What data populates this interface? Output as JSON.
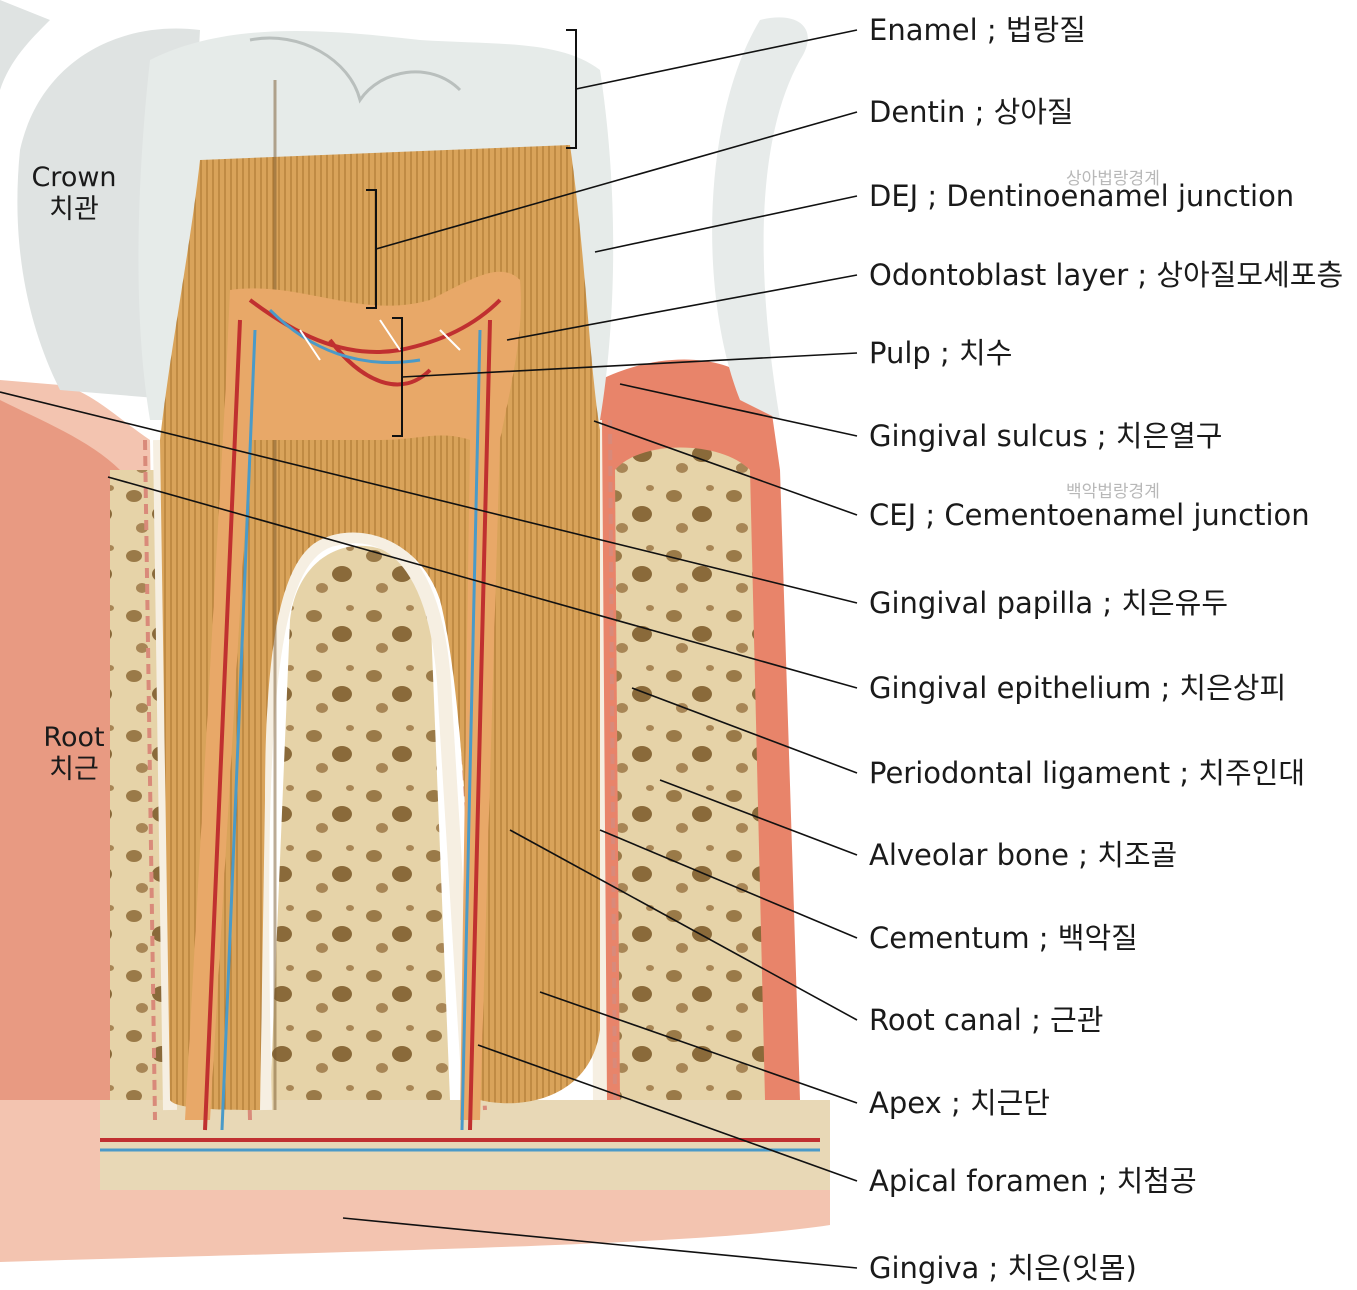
{
  "side_labels": {
    "crown": [
      "Crown",
      "치관"
    ],
    "root": [
      "Root",
      "치근"
    ]
  },
  "sub_labels": {
    "dej_korean": "상아법랑경계",
    "cej_korean": "백악법랑경계"
  },
  "labels": [
    "Enamel ; 법랑질",
    "Dentin ; 상아질",
    "DEJ ; Dentinoenamel junction",
    "Odontoblast layer ; 상아질모세포층",
    "Pulp ; 치수",
    "Gingival sulcus ; 치은열구",
    "CEJ ; Cementoenamel junction",
    "Gingival papilla ; 치은유두",
    "Gingival epithelium ; 치은상피",
    "Periodontal ligament ; 치주인대",
    "Alveolar bone ; 치조골",
    "Cementum ; 백악질",
    "Root canal ; 근관",
    "Apex ; 치근단",
    "Apical foramen ; 치첨공",
    "Gingiva ; 치은(잇몸)"
  ],
  "colors": {
    "enamel": "#e6ebe9",
    "dentin": "#d9a35a",
    "pulp": "#e8a868",
    "gingiva": "#f3c4b0",
    "bone": "#e6d3a8",
    "artery": "#c03030",
    "vein": "#4a9ac8"
  }
}
